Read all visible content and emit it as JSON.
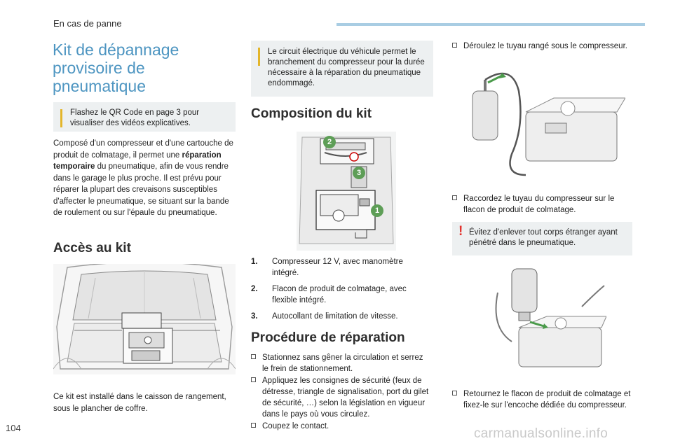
{
  "header": {
    "section": "En cas de panne"
  },
  "title": "Kit de dépannage provisoire de pneumatique",
  "qr_note": "Flashez le QR Code en page 3 pour visualiser des vidéos explicatives.",
  "intro": {
    "part1": "Composé d'un compresseur et d'une cartouche de produit de colmatage, il permet une ",
    "bold": "réparation temporaire",
    "part2": " du pneumatique, afin de vous rendre dans le garage le plus proche. Il est prévu pour réparer la plupart des crevaisons susceptibles d'affecter le pneumatique, se situant sur la bande de roulement ou sur l'épaule du pneumatique."
  },
  "access": {
    "heading": "Accès au kit",
    "text": "Ce kit est installé dans le caisson de rangement, sous le plancher de coffre."
  },
  "electrical_note": "Le circuit électrique du véhicule permet le branchement du compresseur pour la durée nécessaire à la réparation du pneumatique endommagé.",
  "composition": {
    "heading": "Composition du kit",
    "callouts": [
      "1",
      "2",
      "3"
    ],
    "items": [
      {
        "num": "1.",
        "text": "Compresseur 12 V, avec manomètre intégré."
      },
      {
        "num": "2.",
        "text": "Flacon de produit de colmatage, avec flexible intégré."
      },
      {
        "num": "3.",
        "text": "Autocollant de limitation de vitesse."
      }
    ]
  },
  "procedure": {
    "heading": "Procédure de réparation",
    "steps": [
      "Stationnez sans gêner la circulation et serrez le frein de stationnement.",
      "Appliquez les consignes de sécurité (feux de détresse, triangle de signalisation, port du gilet de sécurité, …) selon la législation en vigueur dans le pays où vous circulez.",
      "Coupez le contact."
    ]
  },
  "right_steps": {
    "step_unroll": "Déroulez le tuyau rangé sous le compresseur.",
    "step_connect": "Raccordez le tuyau du compresseur sur le flacon de produit de colmatage.",
    "warning": "Évitez d'enlever tout corps étranger ayant pénétré dans le pneumatique.",
    "warning_mark": "!",
    "step_flip": "Retournez le flacon de produit de colmatage et fixez-le sur l'encoche dédiée du compresseur."
  },
  "footer": {
    "page_number": "104",
    "watermark": "carmanualsonline.info"
  },
  "colors": {
    "title_blue": "#4d95c1",
    "info_bg": "#edf0f1",
    "tip_yellow": "#e3b52a",
    "warning_red": "#e3322d",
    "callout_green": "#5e9e57",
    "header_bar": "#a9cde3"
  },
  "icons": [
    "tip-icon",
    "warning-icon",
    "checkbox-bullet-icon"
  ]
}
